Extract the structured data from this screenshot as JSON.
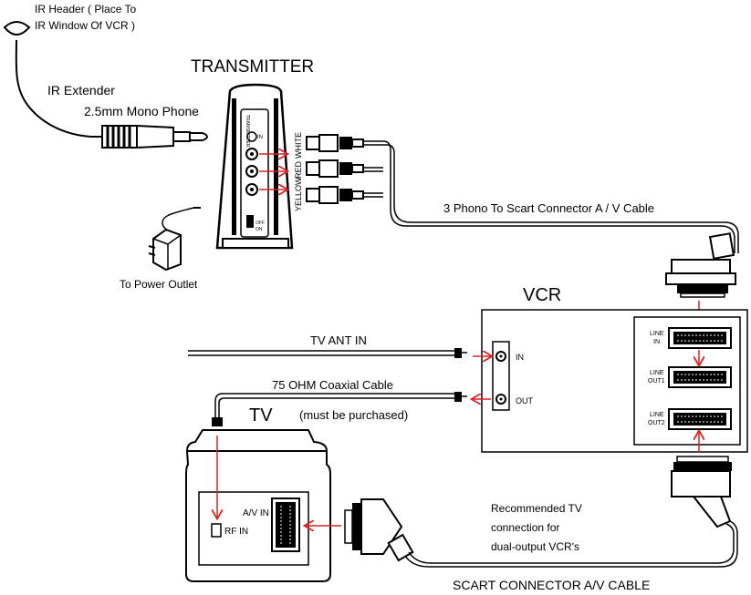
{
  "labels": {
    "ir_header_1": "IR Header ( Place To",
    "ir_header_2": "IR Window Of VCR )",
    "transmitter": "TRANSMITTER",
    "ir_extender": "IR Extender",
    "mono_phone": "2.5mm Mono Phone",
    "power_outlet": "To Power Outlet",
    "phono_cable": "3 Phono To Scart Connector A / V Cable",
    "vcr": "VCR",
    "tv_ant_in": "TV ANT IN",
    "coax_cable": "75 OHM Coaxial Cable",
    "must_purchase": "(must be purchased)",
    "tv": "TV",
    "in": "IN",
    "out": "OUT",
    "line_in_1": "LINE",
    "line_in_2": "IN",
    "line_out1_1": "LINE",
    "line_out1_2": "OUT1",
    "line_out2_1": "LINE",
    "line_out2_2": "OUT2",
    "av_in": "A/V IN",
    "rf_in": "RF IN",
    "rec_1": "Recommended TV",
    "rec_2": "connection for",
    "rec_3": "dual-output VCR's",
    "scart_cable": "SCART CONNECTOR A/V CABLE",
    "white": "WHITE",
    "red": "RED",
    "yellow": "YELLOW",
    "tx_label": "TRANSMITTER",
    "tx_in": "IN",
    "tx_off": "OFF",
    "tx_on": "ON"
  },
  "colors": {
    "line": "#000000",
    "arrow": "#dd2222"
  }
}
